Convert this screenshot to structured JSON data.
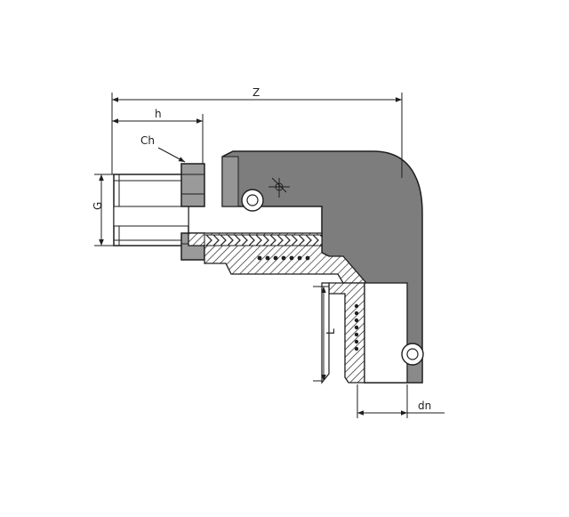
{
  "drawing": {
    "labels": {
      "z": "Z",
      "h": "h",
      "ch": "Ch",
      "g": "G",
      "l": "L",
      "dn": "dn"
    },
    "colors": {
      "line": "#1e1e1e",
      "body_fill": "#7d7d7d",
      "body_light": "#9a9a9a",
      "hatch": "#2a2a2a",
      "background": "#ffffff"
    }
  }
}
